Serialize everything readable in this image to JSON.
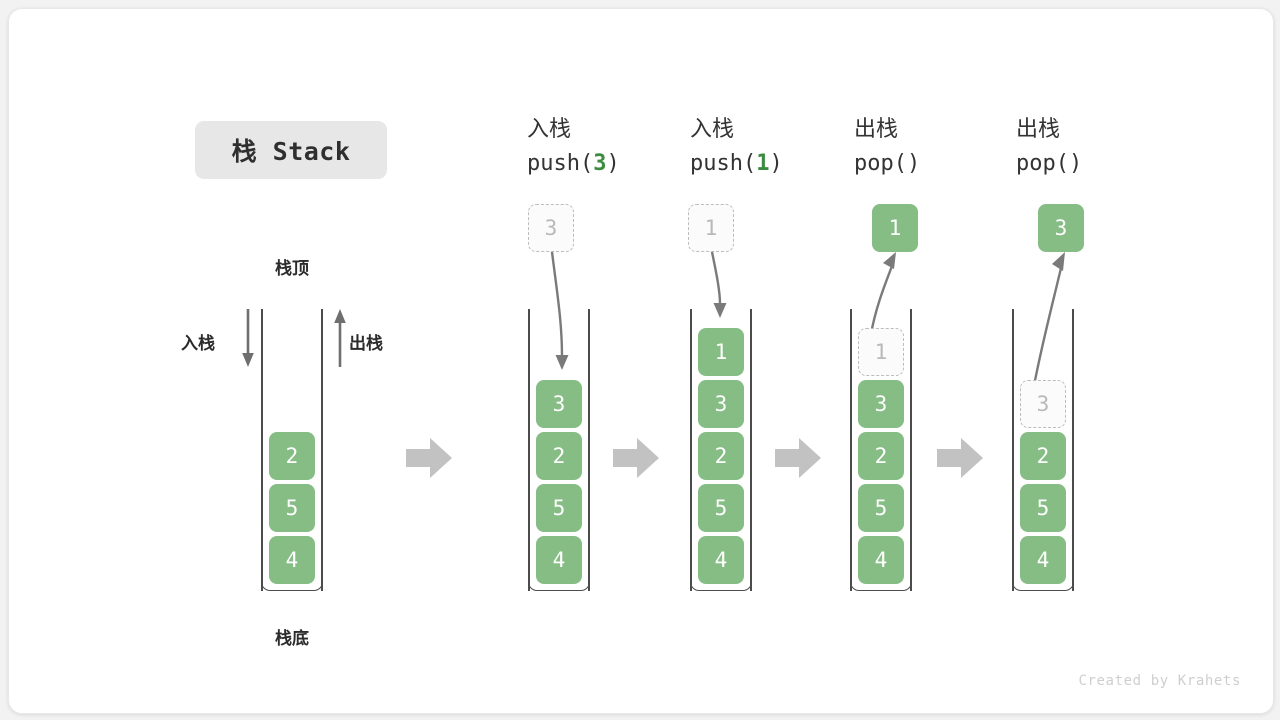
{
  "diagram": {
    "title_badge": "栈 Stack",
    "footer": "Created by Krahets",
    "accent_green": "#85bd85",
    "ghost_gray": "#b9b9b9",
    "arrow_gray": "#7a7a7a",
    "separator_gray": "#c2c2c2",
    "labels": {
      "top": "栈顶",
      "bottom": "栈底",
      "push": "入栈",
      "pop": "出栈"
    },
    "columns": [
      {
        "id": "initial",
        "head_cn": "",
        "head_code_prefix": "",
        "head_code_num": "",
        "head_code_suffix": "",
        "cells": [
          "2",
          "5",
          "4"
        ],
        "external_cell": "",
        "ghost_index": -1
      },
      {
        "id": "push-3",
        "head_cn": "入栈",
        "head_code_prefix": "push(",
        "head_code_num": "3",
        "head_code_suffix": ")",
        "cells": [
          "3",
          "2",
          "5",
          "4"
        ],
        "external_cell": "3",
        "ghost_index": -1
      },
      {
        "id": "push-1",
        "head_cn": "入栈",
        "head_code_prefix": "push(",
        "head_code_num": "1",
        "head_code_suffix": ")",
        "cells": [
          "1",
          "3",
          "2",
          "5",
          "4"
        ],
        "external_cell": "1",
        "ghost_index": -1
      },
      {
        "id": "pop-1",
        "head_cn": "出栈",
        "head_code_prefix": "pop(",
        "head_code_num": "",
        "head_code_suffix": ")",
        "cells": [
          "1",
          "3",
          "2",
          "5",
          "4"
        ],
        "external_cell": "1",
        "ghost_index": 0
      },
      {
        "id": "pop-3",
        "head_cn": "出栈",
        "head_code_prefix": "pop(",
        "head_code_num": "",
        "head_code_suffix": ")",
        "cells": [
          "3",
          "2",
          "5",
          "4"
        ],
        "external_cell": "3",
        "ghost_index": 0
      }
    ]
  }
}
